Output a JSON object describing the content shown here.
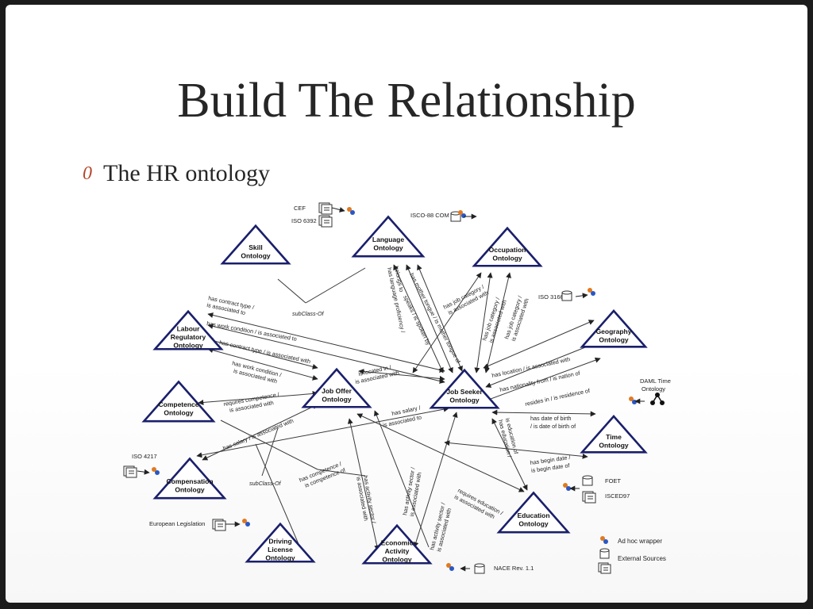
{
  "slide": {
    "title": "Build The Relationship",
    "bullet_marker": "0",
    "bullet_text": "The HR ontology"
  },
  "colors": {
    "triangle_stroke": "#1a1f6b",
    "arrow": "#222222",
    "title_text": "#262626",
    "bullet_marker": "#b5452c"
  },
  "nodes": [
    {
      "id": "skill",
      "lines": [
        "Skill",
        "Ontology"
      ]
    },
    {
      "id": "language",
      "lines": [
        "Language",
        "Ontology"
      ]
    },
    {
      "id": "occupation",
      "lines": [
        "Occupation",
        "Ontology"
      ]
    },
    {
      "id": "labour",
      "lines": [
        "Labour",
        "Regulatory",
        "Ontology"
      ]
    },
    {
      "id": "geography",
      "lines": [
        "Geography",
        "Ontology"
      ]
    },
    {
      "id": "joboffer",
      "lines": [
        "Job Offer",
        "Ontology"
      ]
    },
    {
      "id": "jobseeker",
      "lines": [
        "Job Seeker",
        "Ontology"
      ]
    },
    {
      "id": "competence",
      "lines": [
        "Competence",
        "Ontology"
      ]
    },
    {
      "id": "time",
      "lines": [
        "Time",
        "Ontology"
      ]
    },
    {
      "id": "compensation",
      "lines": [
        "Compensation",
        "Ontology"
      ]
    },
    {
      "id": "education",
      "lines": [
        "Education",
        "Ontology"
      ]
    },
    {
      "id": "economic",
      "lines": [
        "Economic",
        "Activity",
        "Ontology"
      ]
    },
    {
      "id": "driving",
      "lines": [
        "Driving",
        "License",
        "Ontology"
      ]
    }
  ],
  "edge_labels": [
    {
      "id": "contract1",
      "lines": [
        "has contract type /",
        "is associated to"
      ]
    },
    {
      "id": "subclass1",
      "lines": [
        "subClass-Of"
      ]
    },
    {
      "id": "workcond1",
      "lines": [
        "has work condition / is associated to"
      ]
    },
    {
      "id": "contract2",
      "lines": [
        "has contract type / is associated with"
      ]
    },
    {
      "id": "workcond2",
      "lines": [
        "has work condition /",
        "is associated with"
      ]
    },
    {
      "id": "reqcomp",
      "lines": [
        "requires competence /",
        "is associated with"
      ]
    },
    {
      "id": "salary1",
      "lines": [
        "has salary / is associated with"
      ]
    },
    {
      "id": "locatedin",
      "lines": [
        "is located in /",
        "is associated with"
      ]
    },
    {
      "id": "salary2",
      "lines": [
        "has salary /",
        "is associated to"
      ]
    },
    {
      "id": "hascomp",
      "lines": [
        "has competence /",
        "is competence of"
      ]
    },
    {
      "id": "subclass2",
      "lines": [
        "subClass-Of"
      ]
    },
    {
      "id": "actsector1",
      "lines": [
        "has activity sector /",
        "is associated with"
      ]
    },
    {
      "id": "actsector2",
      "lines": [
        "has activity sector /",
        "is associated with"
      ]
    },
    {
      "id": "actsector3",
      "lines": [
        "has activity sector /",
        "is associated with"
      ]
    },
    {
      "id": "reqedu",
      "lines": [
        "requires education /",
        "is associated with"
      ]
    },
    {
      "id": "langprof",
      "lines": [
        "has language proficiency /",
        "belongs to"
      ]
    },
    {
      "id": "mothertongue",
      "lines": [
        "has mother tongue / is mother tongue of"
      ]
    },
    {
      "id": "speaks",
      "lines": [
        "speaks / is spoken by"
      ]
    },
    {
      "id": "jobcat1",
      "lines": [
        "has job category /",
        "is associated with"
      ]
    },
    {
      "id": "jobcat2",
      "lines": [
        "has job category /",
        "is associated with"
      ]
    },
    {
      "id": "jobcat3",
      "lines": [
        "has job category /",
        "is associated with"
      ]
    },
    {
      "id": "location",
      "lines": [
        "has location / is associated with"
      ]
    },
    {
      "id": "nationality",
      "lines": [
        "has nationality from / is nation of"
      ]
    },
    {
      "id": "resides",
      "lines": [
        "resides in / is residence of"
      ]
    },
    {
      "id": "birth",
      "lines": [
        "has date of birth",
        "/ is date of birth of"
      ]
    },
    {
      "id": "education",
      "lines": [
        "has education /",
        "is education of"
      ]
    },
    {
      "id": "begindate",
      "lines": [
        "has begin date /",
        "is begin date of"
      ]
    }
  ],
  "sources": {
    "cef": "CEF",
    "iso6392": "ISO 6392",
    "isco": "ISCO-88 COM",
    "iso3166": "ISO 3166",
    "daml": [
      "DAML Time",
      "Ontology"
    ],
    "iso4217": "ISO 4217",
    "foet": "FOET",
    "isced": "ISCED97",
    "eulegis": "European Legislation",
    "nace": "NACE Rev. 1.1"
  },
  "legend": {
    "adhoc": "Ad hoc wrapper",
    "external": "External Sources"
  }
}
